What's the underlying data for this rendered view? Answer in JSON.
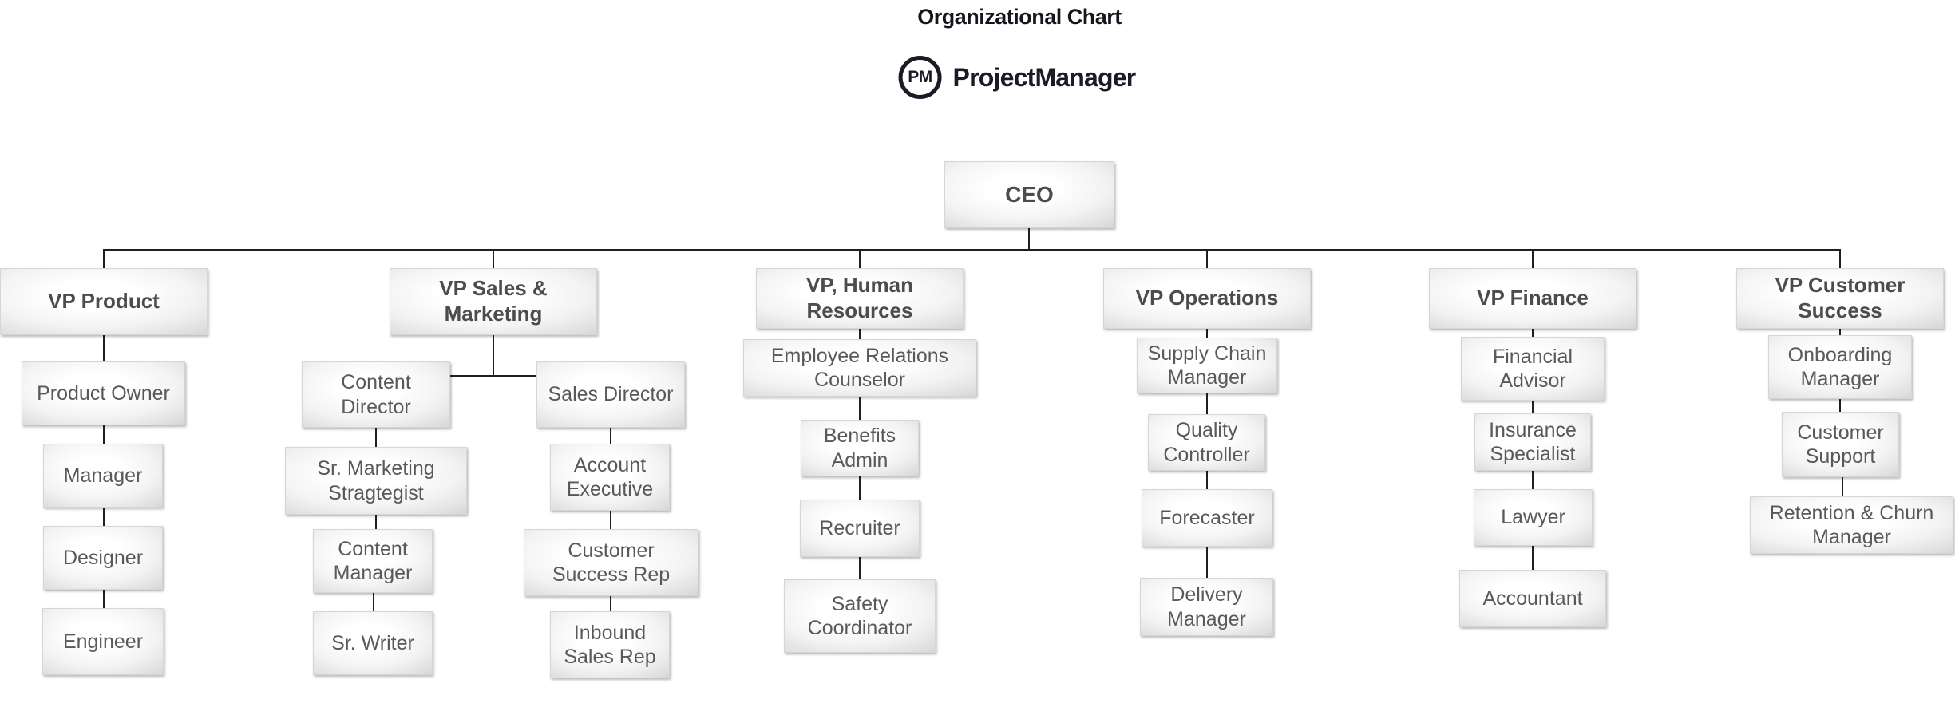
{
  "header": {
    "title": "Organizational Chart",
    "logo_monogram": "PM",
    "brand": "ProjectManager"
  },
  "colors": {
    "connector_line": "#1f1f1f",
    "box_text": "#595959",
    "heading_text": "#4c4c4c",
    "brand_text": "#1b1b28",
    "box_fill_center": "#ffffff",
    "box_fill_edge": "#c2c2c2"
  },
  "org": {
    "root": {
      "label": "CEO"
    },
    "columns": [
      {
        "vp": "VP Product",
        "children": [
          "Product Owner",
          "Manager",
          "Designer",
          "Engineer"
        ]
      },
      {
        "vp": "VP Sales & Marketing",
        "branches": [
          {
            "head": "Content Director",
            "children": [
              "Sr. Marketing Stragtegist",
              "Content Manager",
              "Sr. Writer"
            ]
          },
          {
            "head": "Sales Director",
            "children": [
              "Account Executive",
              "Customer Success Rep",
              "Inbound Sales Rep"
            ]
          }
        ]
      },
      {
        "vp": "VP, Human Resources",
        "children": [
          "Employee Relations Counselor",
          "Benefits Admin",
          "Recruiter",
          "Safety Coordinator"
        ]
      },
      {
        "vp": "VP Operations",
        "children": [
          "Supply Chain Manager",
          "Quality Controller",
          "Forecaster",
          "Delivery Manager"
        ]
      },
      {
        "vp": "VP Finance",
        "children": [
          "Financial Advisor",
          "Insurance Specialist",
          "Lawyer",
          "Accountant"
        ]
      },
      {
        "vp": "VP Customer Success",
        "children": [
          "Onboarding Manager",
          "Customer Support",
          "Retention & Churn Manager"
        ]
      }
    ]
  }
}
